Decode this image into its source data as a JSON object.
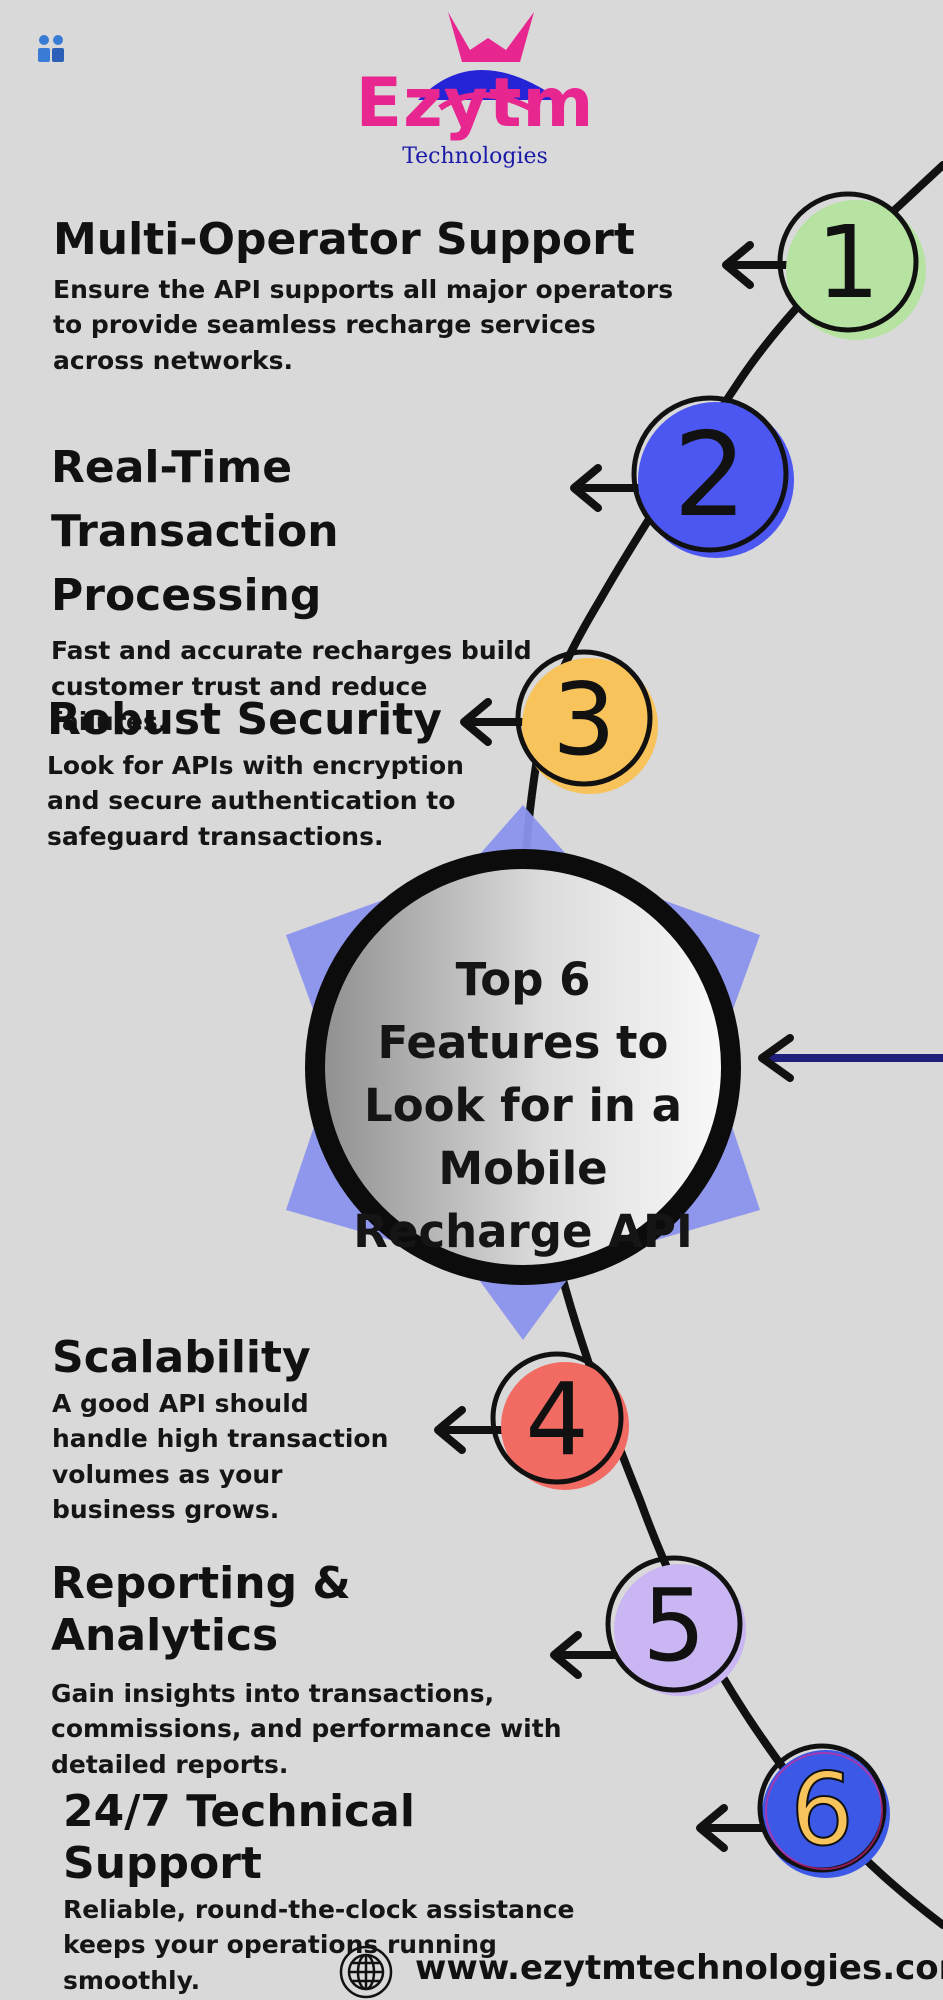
{
  "brand": {
    "name": "Ezytm",
    "subtitle": "Technologies"
  },
  "colors": {
    "background": "#d9d9d9",
    "pink": "#e8268f",
    "blue": "#3b3bd6",
    "green": "#b6e3a1",
    "indigo": "#4c57f2",
    "yellow": "#f7c35a",
    "red": "#f26b63",
    "lavender": "#c9b6f2",
    "star": "#8b93ee"
  },
  "center": {
    "title": "Top 6 Features to Look for in a Mobile Recharge API"
  },
  "features": [
    {
      "number": "1",
      "title": "Multi-Operator Support",
      "description": "Ensure the API supports all major operators to provide seamless recharge services across networks."
    },
    {
      "number": "2",
      "title": "Real-Time Transaction Processing",
      "description": "Fast and accurate recharges build customer trust and reduce failures."
    },
    {
      "number": "3",
      "title": "Robust Security",
      "description": "Look for APIs with encryption and secure authentication to safeguard transactions."
    },
    {
      "number": "4",
      "title": "Scalability",
      "description": "A good API should handle high transaction volumes as your business grows."
    },
    {
      "number": "5",
      "title": "Reporting & Analytics",
      "description": "Gain insights into transactions, commissions, and performance with detailed reports."
    },
    {
      "number": "6",
      "title": "24/7 Technical Support",
      "description": "Reliable, round-the-clock assistance keeps your operations running smoothly."
    }
  ],
  "footer": {
    "website": "www.ezytmtechnologies.com",
    "icon": "globe-icon"
  },
  "corner_icon": "people-icon"
}
